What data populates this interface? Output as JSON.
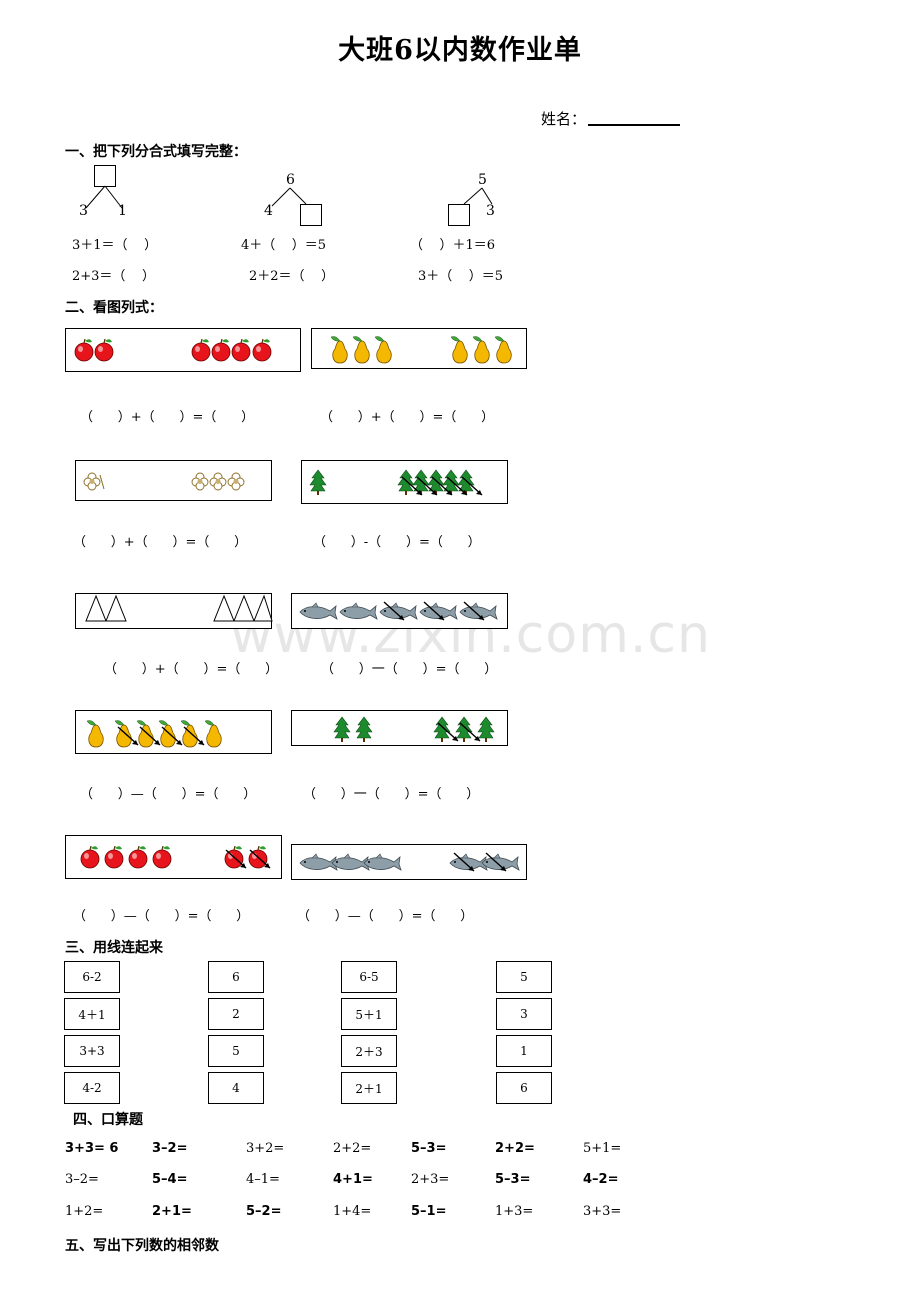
{
  "title": "大班6以内数作业单",
  "name_label": "姓名：",
  "watermark": "www.zixin.com.cn",
  "sections": {
    "s1": "一、把下列分合式填写完整：",
    "s2": "二、看图列式：",
    "s3": "三、用线连起来",
    "s4": "四、口算题",
    "s5": "五、写出下列数的相邻数"
  },
  "trees": [
    {
      "top": "",
      "left": "3",
      "right": "1"
    },
    {
      "top": "6",
      "left": "4",
      "right": ""
    },
    {
      "top": "5",
      "left": "",
      "right": "3"
    }
  ],
  "s1_rows": [
    [
      "3＋1＝（    ）",
      "4＋（    ）＝5",
      "（    ）＋1＝6"
    ],
    [
      "2+3＝（    ）",
      "2＋2＝（    ）",
      "3＋（    ）＝5"
    ]
  ],
  "s2_eqs": [
    "（      ）+（      ）=（      ）",
    "（      ）+（      ）=（      ）",
    "（      ）+（      ）=（      ）",
    "（      ）-（      ）=（      ）",
    "（      ）+（      ）=（      ）",
    "（      ）一（      ）=（      ）",
    "（      ）—（      ）=（      ）",
    "（      ）一（      ）=（      ）",
    "（      ）—（      ）=（      ）",
    "（      ）—（      ）=（      ）"
  ],
  "match": {
    "col1": [
      "6-2",
      "4＋1",
      "3+3",
      "4-2"
    ],
    "col2": [
      "6",
      "2",
      "5",
      "4"
    ],
    "col3": [
      "6-5",
      "5＋1",
      "2＋3",
      "2＋1"
    ],
    "col4": [
      "5",
      "3",
      "1",
      "6"
    ]
  },
  "calc_rows": [
    [
      "3+3= 6",
      "3–2=",
      "3+2=",
      "2+2=",
      "5–3=",
      "2+2=",
      "5+1="
    ],
    [
      "3–2=",
      "5–4=",
      "4–1=",
      "4+1=",
      "2+3=",
      "5–3=",
      "4–2="
    ],
    [
      "1+2=",
      "2+1=",
      "5–2=",
      "1+4=",
      "5–1=",
      "1+3=",
      "3+3="
    ]
  ],
  "calc_bold": [
    [
      true,
      true,
      false,
      false,
      true,
      true,
      false
    ],
    [
      false,
      true,
      false,
      true,
      false,
      true,
      true
    ],
    [
      false,
      true,
      true,
      false,
      true,
      false,
      false
    ]
  ],
  "colors": {
    "apple": "#e8141b",
    "pear": "#f5b800",
    "tree": "#1e8a2e",
    "fish": "#8e9ea8",
    "flower": "#c8b070"
  }
}
